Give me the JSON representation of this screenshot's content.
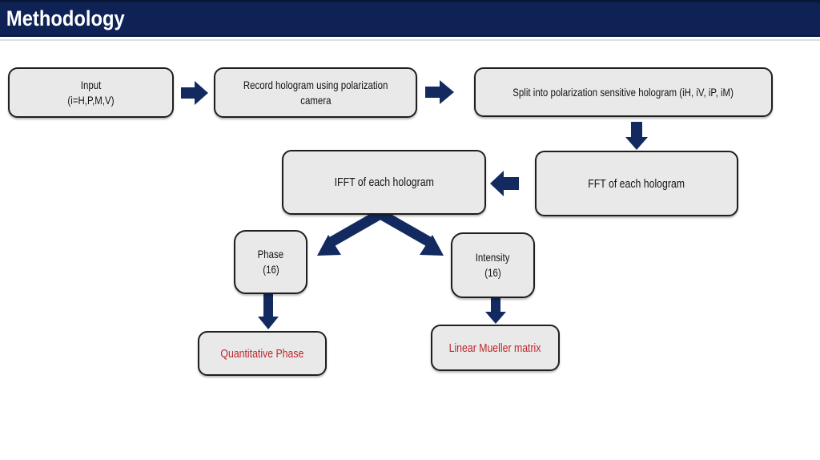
{
  "header": {
    "title": "Methodology"
  },
  "colors": {
    "header_navy": "#0e2256",
    "arrow_navy": "#132a60",
    "box_fill": "#e9e9e9",
    "box_border": "#1f1f1f",
    "result_red": "#c0262b"
  },
  "nodes": {
    "input": {
      "lines": [
        "Input",
        "(i=H,P,M,V)"
      ]
    },
    "record": {
      "lines": [
        "Record hologram using polarization",
        "camera"
      ]
    },
    "split": {
      "lines": [
        "Split into polarization sensitive hologram (iH, iV, iP, iM)"
      ]
    },
    "fft": {
      "lines": [
        "FFT of each hologram"
      ]
    },
    "ifft": {
      "lines": [
        "IFFT of each hologram"
      ]
    },
    "phase": {
      "lines": [
        "Phase",
        "(16)"
      ]
    },
    "intensity": {
      "lines": [
        "Intensity",
        "(16)"
      ]
    },
    "quantitative_phase": {
      "lines": [
        "Quantitative Phase"
      ]
    },
    "linear_mueller_matrix": {
      "lines": [
        "Linear Mueller matrix"
      ]
    }
  }
}
